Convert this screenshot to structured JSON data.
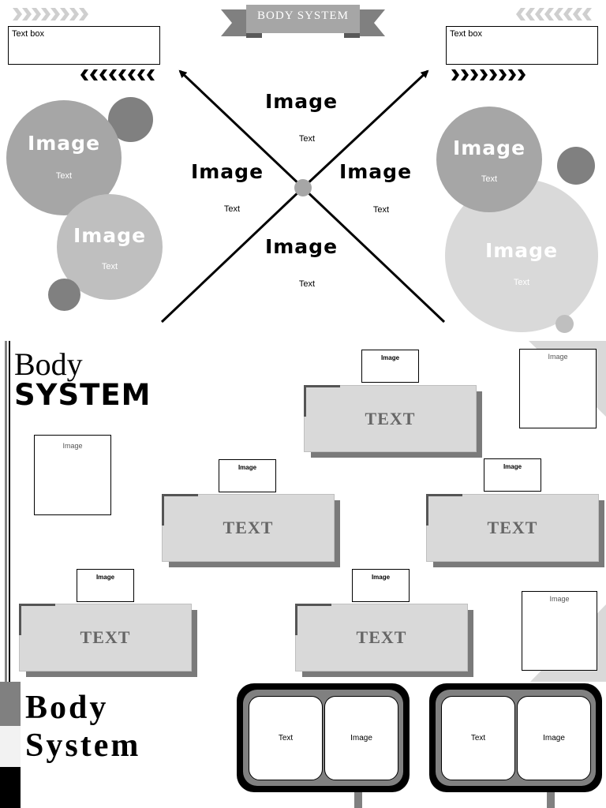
{
  "header": {
    "banner_title": "BODY SYSTEM"
  },
  "top": {
    "textbox_left": "Text box",
    "textbox_right": "Text box",
    "cross": {
      "top": {
        "title": "Image",
        "text": "Text"
      },
      "left": {
        "title": "Image",
        "text": "Text"
      },
      "right": {
        "title": "Image",
        "text": "Text"
      },
      "bottom": {
        "title": "Image",
        "text": "Text"
      }
    },
    "left_circles": [
      {
        "title": "Image",
        "text": "Text"
      },
      {
        "title": "Image",
        "text": "Text"
      }
    ],
    "right_circles": [
      {
        "title": "Image",
        "text": "Text"
      },
      {
        "title": "Image",
        "text": "Text"
      }
    ]
  },
  "middle": {
    "heading_line1": "Body",
    "heading_line2": "SYSTEM",
    "image_label": "Image",
    "slab_label": "TEXT"
  },
  "bottom": {
    "heading_line1": "Body",
    "heading_line2": "System",
    "frames": [
      {
        "left": "Text",
        "right": "Image"
      },
      {
        "left": "Text",
        "right": "Image"
      }
    ]
  },
  "colors": {
    "dark_gray": "#808080",
    "mid_gray": "#a6a6a6",
    "light_gray": "#d9d9d9",
    "black": "#000000"
  }
}
